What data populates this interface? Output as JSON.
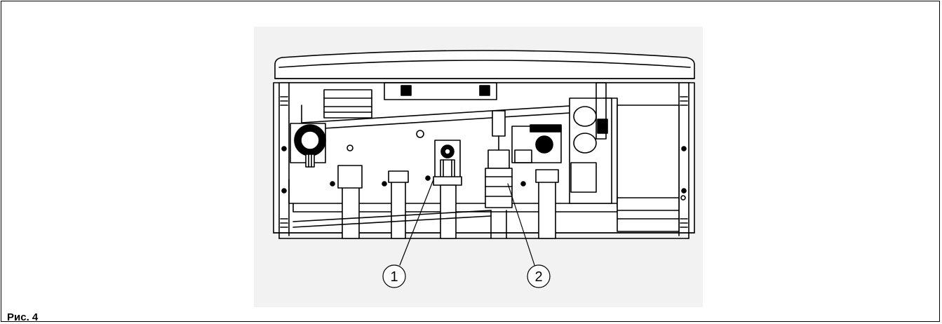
{
  "figure": {
    "caption": "Рис. 4",
    "callouts": [
      "1",
      "2"
    ]
  }
}
